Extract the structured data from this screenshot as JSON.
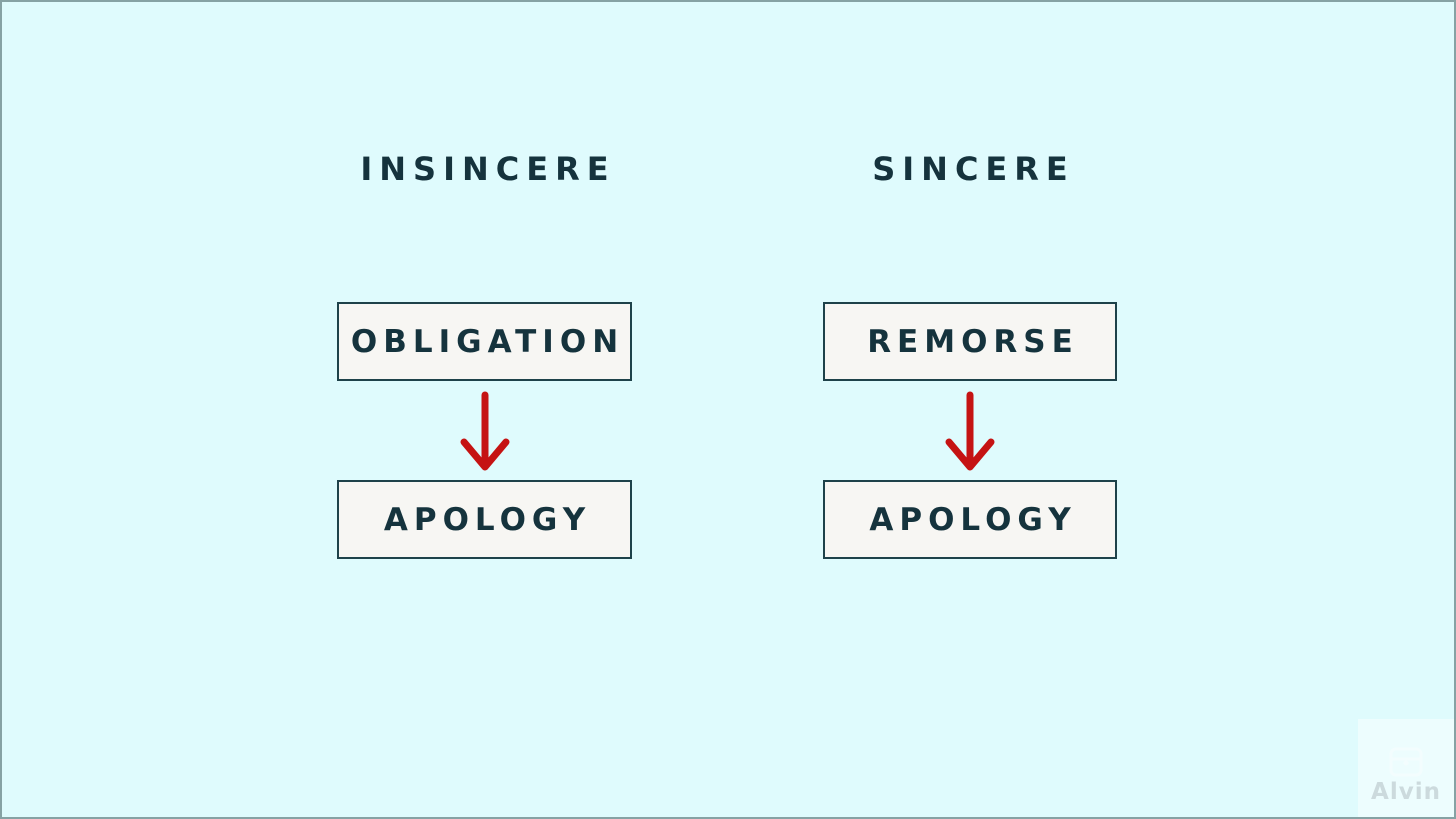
{
  "diagram": {
    "columns": [
      {
        "heading": "INSINCERE",
        "top_box": "OBLIGATION",
        "bottom_box": "APOLOGY"
      },
      {
        "heading": "SINCERE",
        "top_box": "REMORSE",
        "bottom_box": "APOLOGY"
      }
    ]
  },
  "watermark": {
    "label": "Alvin"
  },
  "colors": {
    "background": "#dffbfd",
    "frame_border": "#86a2a4",
    "box_fill": "#f7f6f3",
    "box_border": "#1e424a",
    "text": "#15333d",
    "arrow": "#c51313",
    "watermark_panel": "rgba(255,255,255,0.45)",
    "watermark_text": "#ccdadd"
  }
}
